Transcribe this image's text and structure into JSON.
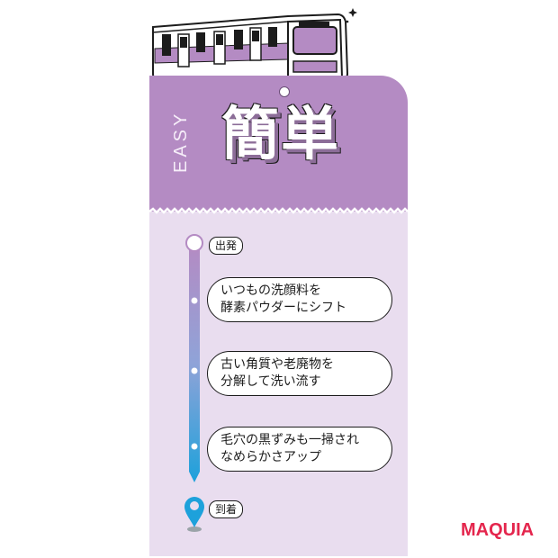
{
  "card": {
    "level_en": "EASY",
    "title": "簡単"
  },
  "route": {
    "start_label": "出発",
    "end_label": "到着",
    "steps": [
      {
        "line1": "いつもの洗顔料を",
        "line2": "酵素パウダーにシフト"
      },
      {
        "line1": "古い角質や老廃物を",
        "line2": "分解して洗い流す"
      },
      {
        "line1": "毛穴の黒ずみも一掃され",
        "line2": "なめらかさアップ"
      }
    ]
  },
  "brand": "MAQUIA",
  "colors": {
    "card_top": "#b48bc3",
    "card_bottom": "#e9ddef",
    "route_gradient_start": "#b48bc3",
    "route_gradient_end": "#1da1db",
    "brand": "#e4264d"
  },
  "icons": [
    "train-illustration",
    "sparkle-icon",
    "map-pin-icon"
  ]
}
